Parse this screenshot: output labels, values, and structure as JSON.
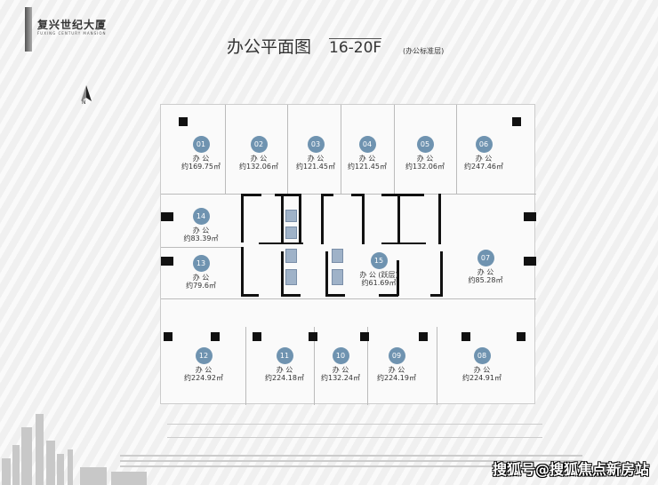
{
  "logo": {
    "name_cn": "复兴世纪大厦",
    "name_en": "FUXING CENTURY MANSION"
  },
  "header": {
    "title": "办公平面图",
    "floors": "16-20F",
    "subtitle": "(办公标准层)"
  },
  "compass": {
    "label": "N"
  },
  "units": [
    {
      "no": "01",
      "use": "办 公",
      "area": "约169.75㎡"
    },
    {
      "no": "02",
      "use": "办 公",
      "area": "约132.06㎡"
    },
    {
      "no": "03",
      "use": "办 公",
      "area": "约121.45㎡"
    },
    {
      "no": "04",
      "use": "办 公",
      "area": "约121.45㎡"
    },
    {
      "no": "05",
      "use": "办 公",
      "area": "约132.06㎡"
    },
    {
      "no": "06",
      "use": "办 公",
      "area": "约247.46㎡"
    },
    {
      "no": "07",
      "use": "办 公",
      "area": "约85.28㎡"
    },
    {
      "no": "08",
      "use": "办 公",
      "area": "约224.91㎡"
    },
    {
      "no": "09",
      "use": "办 公",
      "area": "约224.19㎡"
    },
    {
      "no": "10",
      "use": "办 公",
      "area": "约132.24㎡"
    },
    {
      "no": "11",
      "use": "办 公",
      "area": "约224.18㎡"
    },
    {
      "no": "12",
      "use": "办 公",
      "area": "约224.92㎡"
    },
    {
      "no": "13",
      "use": "办 公",
      "area": "约79.6㎡"
    },
    {
      "no": "14",
      "use": "办 公",
      "area": "约83.39㎡"
    },
    {
      "no": "15",
      "use": "办 公 (跃层)",
      "area": "约61.69㎡"
    }
  ],
  "watermark": "搜狐号@搜狐焦点新房站",
  "colors": {
    "badge": "#6f93b0",
    "wall": "#111111",
    "core_room": "#9fb2c8"
  }
}
